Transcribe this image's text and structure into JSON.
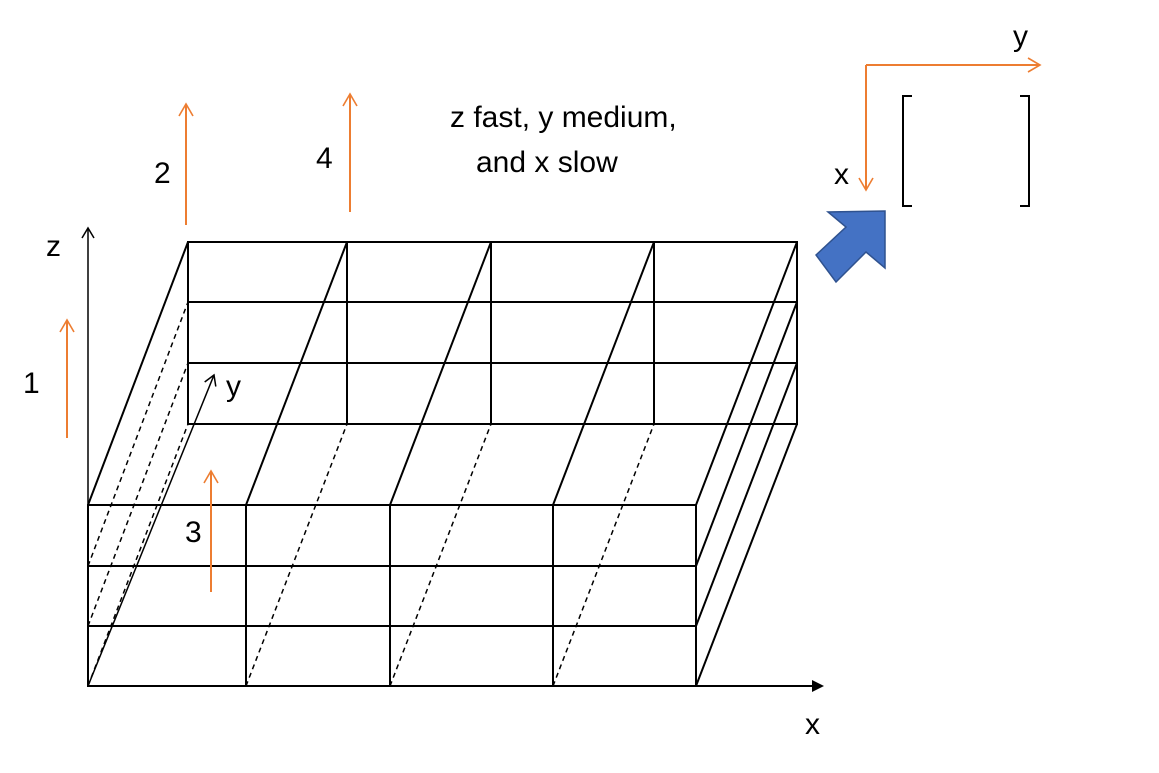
{
  "diagram": {
    "caption": {
      "line1": "z fast, y medium,",
      "line2": "and x slow"
    },
    "axes": {
      "z_label": "z",
      "y_label": "y",
      "x_label": "x"
    },
    "order_steps": {
      "step1": "1",
      "step2": "2",
      "step3": "3",
      "step4": "4"
    },
    "matrix_axes": {
      "y_label": "y",
      "x_label": "x"
    },
    "colors": {
      "grid": "#000000",
      "order_arrow": "#ED7D31",
      "big_arrow": "#4472C4",
      "big_arrow_border": "#2F528F"
    },
    "icons": {
      "big_arrow": "diagonal-arrow-icon"
    }
  }
}
